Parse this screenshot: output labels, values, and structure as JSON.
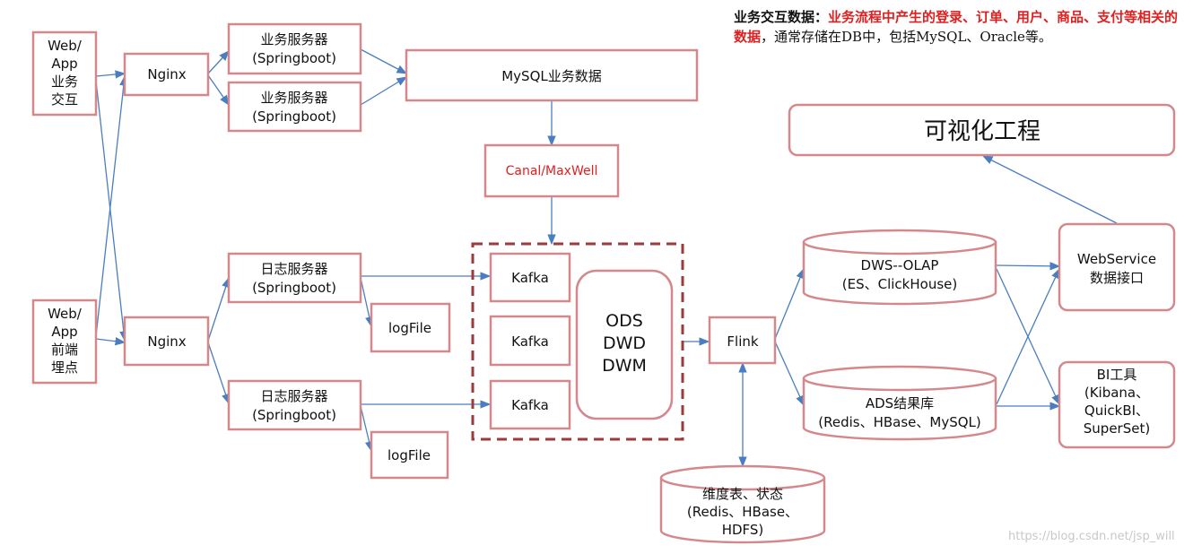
{
  "note": {
    "title": "业务交互数据：",
    "highlight": "业务流程中产生的登录、订单、用户、商品、支付等相关的数据",
    "rest": "，通常存储在DB中，包括MySQL、Oracle等。"
  },
  "nodes": {
    "web_app_biz": [
      "Web/",
      "App",
      "业务",
      "交互"
    ],
    "web_app_track": [
      "Web/",
      "App",
      "前端",
      "埋点"
    ],
    "nginx_top": [
      "Nginx"
    ],
    "nginx_bottom": [
      "Nginx"
    ],
    "biz_server_1": [
      "业务服务器",
      "(Springboot)"
    ],
    "biz_server_2": [
      "业务服务器",
      "(Springboot)"
    ],
    "mysql": [
      "MySQL业务数据"
    ],
    "canal": [
      "Canal/MaxWell"
    ],
    "log_server_1": [
      "日志服务器",
      "(Springboot)"
    ],
    "log_server_2": [
      "日志服务器",
      "(Springboot)"
    ],
    "logfile_1": [
      "logFile"
    ],
    "logfile_2": [
      "logFile"
    ],
    "kafka_1": [
      "Kafka"
    ],
    "kafka_2": [
      "Kafka"
    ],
    "kafka_3": [
      "Kafka"
    ],
    "ods": [
      "ODS",
      "DWD",
      "DWM"
    ],
    "flink": [
      "Flink"
    ],
    "dws": [
      "DWS--OLAP",
      "(ES、ClickHouse)"
    ],
    "ads": [
      "ADS结果库",
      "(Redis、HBase、MySQL)"
    ],
    "dim": [
      "维度表、状态",
      "(Redis、HBase、",
      "HDFS)"
    ],
    "webservice": [
      "WebService",
      "数据接口"
    ],
    "bi": [
      "BI工具",
      "(Kibana、",
      "QuickBI、",
      "SuperSet)"
    ],
    "visual": [
      "可视化工程"
    ]
  },
  "watermark": "https://blog.csdn.net/jsp_will"
}
